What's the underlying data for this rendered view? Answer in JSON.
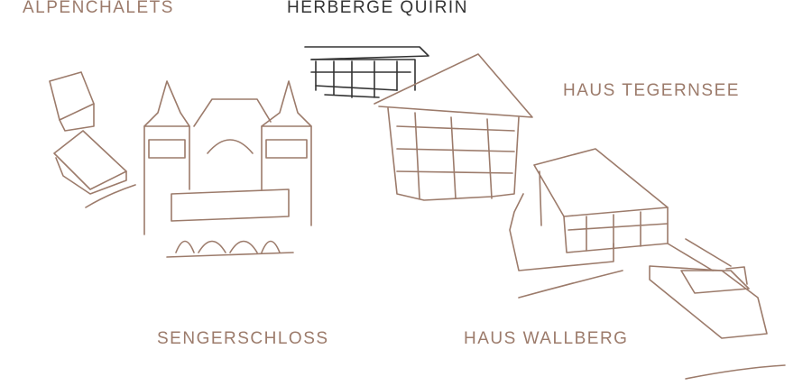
{
  "locations": [
    {
      "label": "ALPENCHALETS",
      "active": false
    },
    {
      "label": "HERBERGE QUIRIN",
      "active": true
    },
    {
      "label": "HAUS TEGERNSEE",
      "active": false
    },
    {
      "label": "SENGERSCHLOSS",
      "active": false
    },
    {
      "label": "HAUS WALLBERG",
      "active": false
    }
  ],
  "colors": {
    "label": "#9c7b6b",
    "active": "#333333",
    "sketch": "#9c7b6b"
  }
}
